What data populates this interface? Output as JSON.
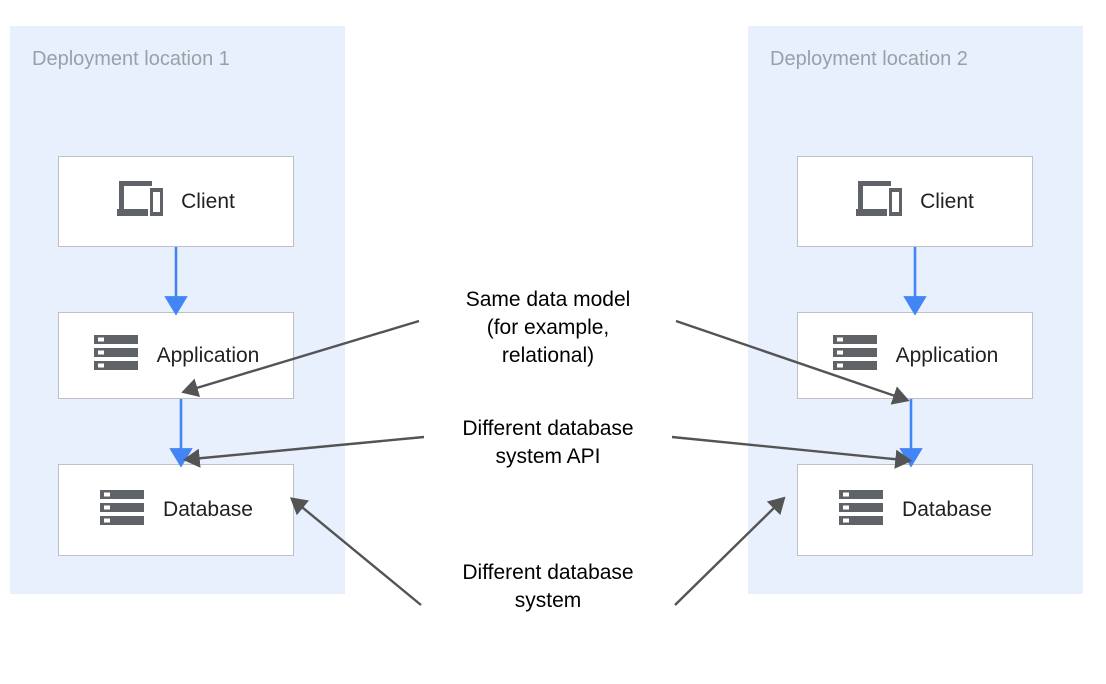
{
  "diagram": {
    "title_zone_1": "Deployment location 1",
    "title_zone_2": "Deployment location 2",
    "zones": [
      {
        "id": "deployment-location-1",
        "label": "Deployment location 1",
        "fill": "#e8f0fe",
        "nodes": [
          {
            "id": "client-1",
            "label": "Client",
            "icon": "devices-icon"
          },
          {
            "id": "application-1",
            "label": "Application",
            "icon": "server-stack-icon"
          },
          {
            "id": "database-1",
            "label": "Database",
            "icon": "server-stack-icon"
          }
        ]
      },
      {
        "id": "deployment-location-2",
        "label": "Deployment location 2",
        "fill": "#e8f0fe",
        "nodes": [
          {
            "id": "client-2",
            "label": "Client",
            "icon": "devices-icon"
          },
          {
            "id": "application-2",
            "label": "Application",
            "icon": "server-stack-icon"
          },
          {
            "id": "database-2",
            "label": "Database",
            "icon": "server-stack-icon"
          }
        ]
      }
    ],
    "flow_arrows": [
      {
        "from": "client-1",
        "to": "application-1",
        "color": "#4285f4"
      },
      {
        "from": "application-1",
        "to": "database-1",
        "color": "#4285f4"
      },
      {
        "from": "client-2",
        "to": "application-2",
        "color": "#4285f4"
      },
      {
        "from": "application-2",
        "to": "database-2",
        "color": "#4285f4"
      }
    ],
    "annotations": [
      {
        "id": "same-data-model",
        "text": "Same data model\n(for example,\nrelational)",
        "color": "#545454",
        "targets": [
          "application-1",
          "application-2"
        ]
      },
      {
        "id": "different-database-system-api",
        "text": "Different database\nsystem API",
        "color": "#545454",
        "targets": [
          "database-1",
          "database-2"
        ]
      },
      {
        "id": "different-database-system",
        "text": "Different database\nsystem",
        "color": "#545454",
        "targets": [
          "database-1",
          "database-2"
        ]
      }
    ],
    "colors": {
      "zone_fill": "#e8f0fe",
      "node_fill": "#ffffff",
      "node_border": "#bdc1c6",
      "flow_arrow": "#4285f4",
      "annotation_line": "#545454",
      "zone_label_text": "#9aa0a6",
      "node_label_text": "#202124",
      "annotation_text": "#000000",
      "icon_fill": "#5f6368"
    }
  }
}
